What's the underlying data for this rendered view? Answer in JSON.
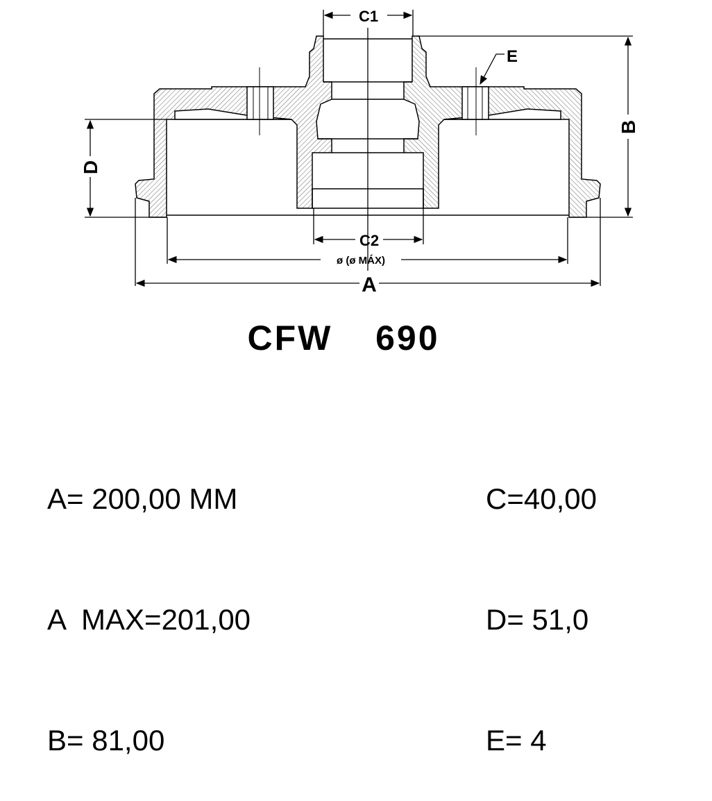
{
  "drawing": {
    "labels": {
      "c1": "C1",
      "c2": "C2",
      "e": "E",
      "b": "B",
      "d": "D",
      "diameter": "ø (ø MÁX)",
      "a": "A"
    }
  },
  "title": "CFW  690",
  "specs": {
    "left": [
      "A= 200,00 MM",
      "A  MAX=201,00",
      "B= 81,00"
    ],
    "right": [
      "C=40,00",
      "D= 51,0",
      "E= 4"
    ]
  }
}
